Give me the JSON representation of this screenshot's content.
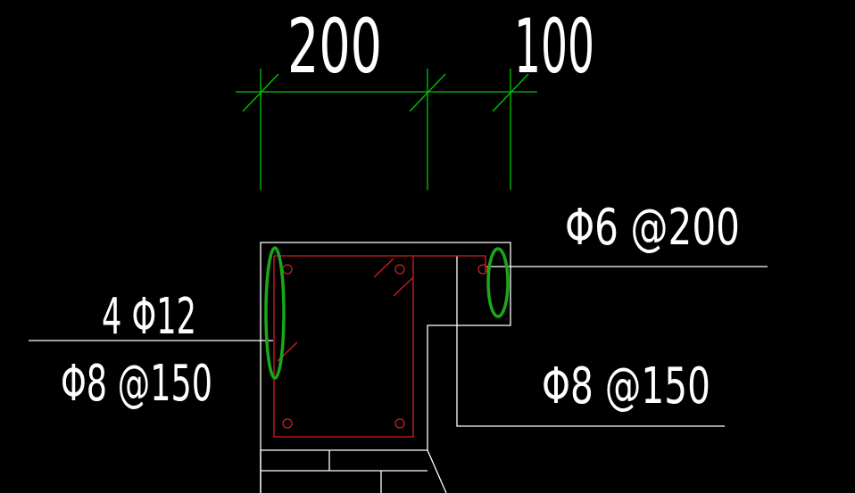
{
  "drawing": {
    "dimensions": {
      "width_a": "200",
      "width_b": "100"
    },
    "annotations": {
      "tie_top_right": "Φ6 @200",
      "main_bars_left": "4 Φ12",
      "stirrup_left": "Φ8 @150",
      "stirrup_right": "Φ8 @150"
    }
  },
  "colors": {
    "background": "#000000",
    "outline": "#ffffff",
    "dimension_lines": "#00c800",
    "rebar": "#d21e1e",
    "highlight": "#1aa81a"
  }
}
